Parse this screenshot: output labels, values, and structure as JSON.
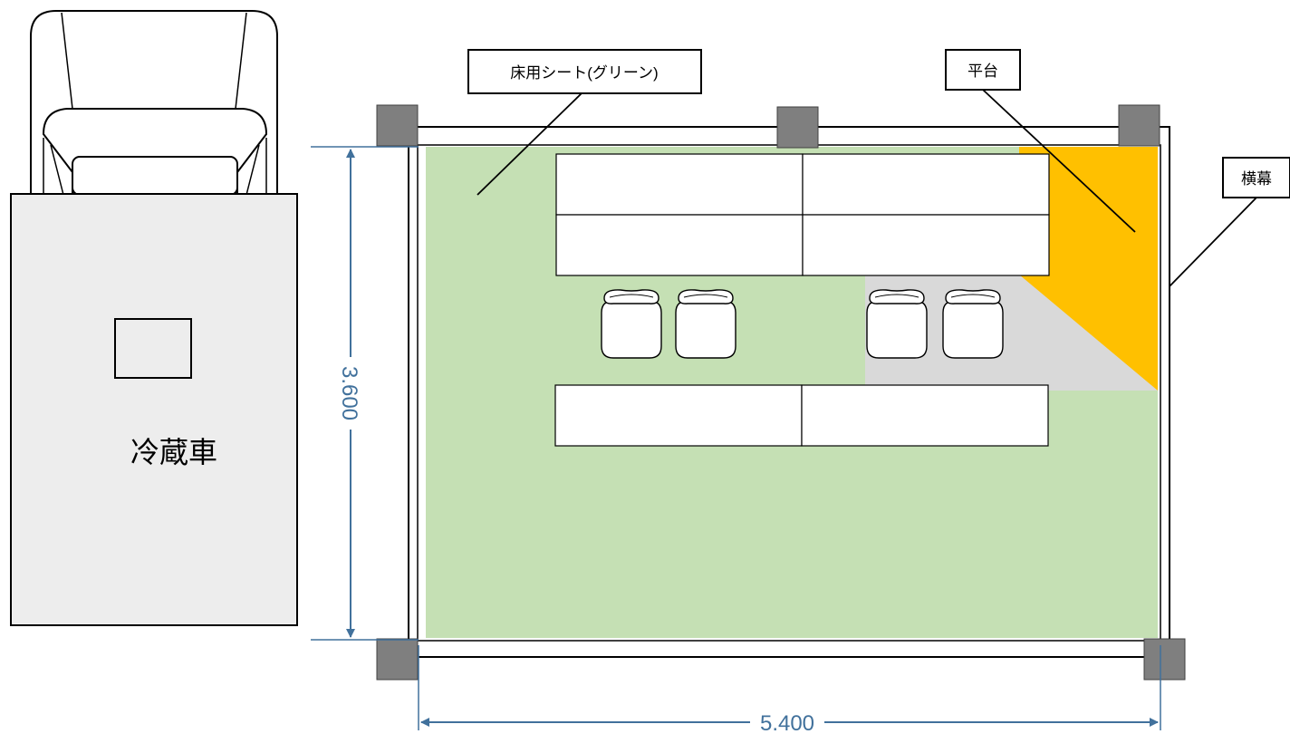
{
  "labels": {
    "floor_sheet": "床用シート(グリーン)",
    "platform": "平台",
    "banner": "横幕",
    "truck": "冷蔵車"
  },
  "dimensions": {
    "depth": "3.600",
    "width": "5.400"
  },
  "colors": {
    "floor_green": "#c5e0b4",
    "gray_zone": "#d9d9d9",
    "platform_orange": "#ffc000",
    "post": "#7f7f7f",
    "truck_body": "#ededed",
    "dimension_line": "#41719c",
    "outline": "#000000"
  },
  "icons": {
    "chair": "chair-icon",
    "post": "tent-post-icon",
    "arrow": "dimension-arrow-icon"
  }
}
